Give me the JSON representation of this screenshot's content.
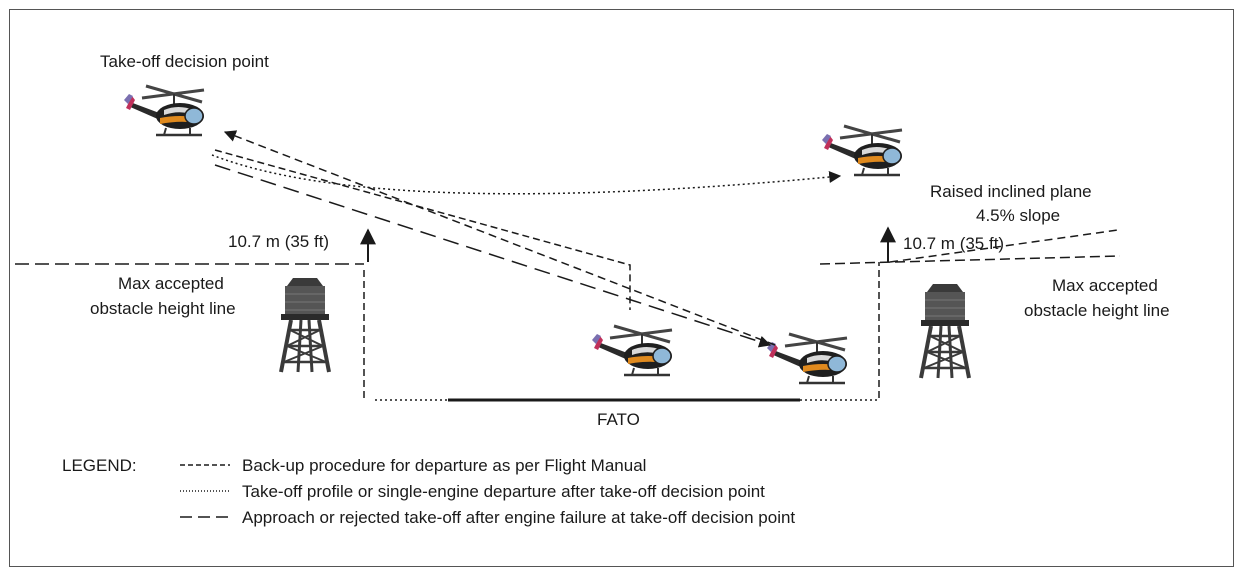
{
  "labels": {
    "decision_point": "Take-off decision point",
    "raised_plane_1": "Raised inclined plane",
    "raised_plane_2": "4.5% slope",
    "height_left": "10.7 m (35 ft)",
    "height_right": "10.7 m (35 ft)",
    "max_left_1": "Max accepted",
    "max_left_2": "obstacle height line",
    "max_right_1": "Max accepted",
    "max_right_2": "obstacle height line",
    "fato": "FATO"
  },
  "legend": {
    "title": "LEGEND:",
    "items": [
      {
        "text": "Back-up procedure for departure as per Flight Manual",
        "style": "short-dash"
      },
      {
        "text": "Take-off profile or single-engine departure after take-off decision point",
        "style": "dotted"
      },
      {
        "text": "Approach or rejected take-off after engine failure at take-off decision point",
        "style": "long-dash"
      }
    ]
  },
  "colors": {
    "line": "#1a1a1a",
    "heli_body": "#1f1f1f",
    "heli_stripe": "#e08a1e",
    "heli_window": "#8fb8d8",
    "tower": "#3a3a3a"
  },
  "icons": [
    "helicopter-icon",
    "water-tower-icon",
    "arrow-up-icon"
  ]
}
